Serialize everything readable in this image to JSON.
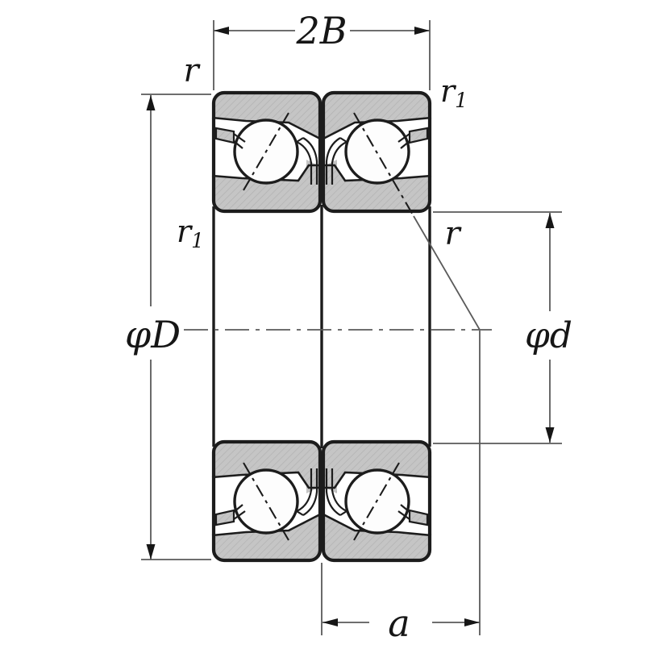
{
  "figure": {
    "kind": "engineering-section-drawing",
    "subject": "double-row angular contact ball bearing cross-section"
  },
  "dimensions": {
    "total_width": {
      "label": "2B"
    },
    "outer_diameter": {
      "label": "φD"
    },
    "bore_diameter": {
      "label": "φd"
    },
    "load_center": {
      "label": "a"
    }
  },
  "chamfers": {
    "top_left": {
      "base": "r",
      "sub": ""
    },
    "top_right": {
      "base": "r",
      "sub": "1"
    },
    "mid_left": {
      "base": "r",
      "sub": "1"
    },
    "mid_right": {
      "base": "r",
      "sub": ""
    }
  },
  "colors": {
    "outline": "#1c1c1c",
    "dim-line": "#5a5a5a",
    "label-color": "#161616",
    "ring-fill": "#c5c5c5",
    "ring-hatch": "#b1b1b1",
    "ball-fill": "#fdfdfd",
    "background": "#ffffff"
  }
}
